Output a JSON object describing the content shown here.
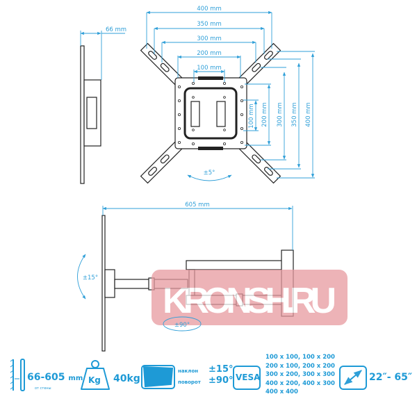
{
  "front_view": {
    "horizontal_dims": [
      "400 mm",
      "350 mm",
      "300 mm",
      "200 mm",
      "100 mm"
    ],
    "vertical_dims": [
      "100 mm",
      "200 mm",
      "300 mm",
      "350 mm",
      "400 mm"
    ],
    "swivel": "±5°"
  },
  "side_view": {
    "depth": "66 mm"
  },
  "arm_view": {
    "extension": "605 mm",
    "tilt": "±15°",
    "rotation": "±90°"
  },
  "watermark": "KRONSH.RU",
  "specs": {
    "distance": "66-605",
    "distance_unit": "mm",
    "distance_note": "от стены",
    "weight_icon_label": "Kg",
    "weight": "40kg",
    "tilt_label": "наклон",
    "tilt_value": "±15°",
    "swivel_label": "поворот",
    "swivel_value": "±90°",
    "vesa_label": "VESA",
    "vesa_list": [
      "100 x 100, 100 x 200",
      "200 x 100, 200 x 200",
      "300 x 200, 300 x 300",
      "400 x 200, 400 x 300",
      "400 x 400"
    ],
    "screen_size": "22″- 65″"
  },
  "colors": {
    "accent": "#2f9fd8",
    "line": "#222222",
    "watermark": "#e79aa0"
  }
}
